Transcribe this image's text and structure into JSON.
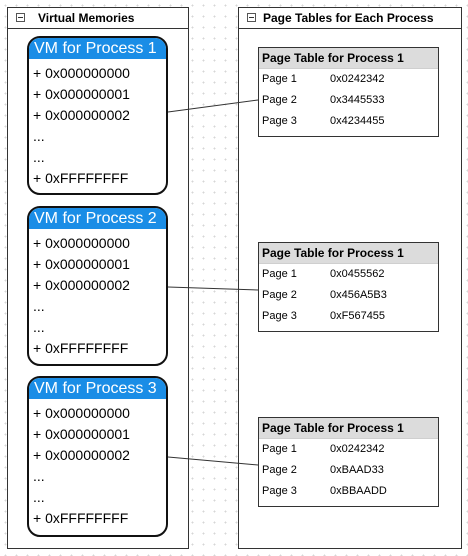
{
  "virtual_memories": {
    "title": "Virtual Memories",
    "processes": [
      {
        "label": "VM for Process 1",
        "items": [
          "+ 0x000000000",
          "+ 0x000000001",
          "+ 0x000000002",
          "...",
          "...",
          "+ 0xFFFFFFFF"
        ]
      },
      {
        "label": "VM for Process 2",
        "items": [
          "+ 0x000000000",
          "+ 0x000000001",
          "+ 0x000000002",
          "...",
          "...",
          "+ 0xFFFFFFFF"
        ]
      },
      {
        "label": "VM for Process 3",
        "items": [
          "+ 0x000000000",
          "+ 0x000000001",
          "+ 0x000000002",
          "...",
          "...",
          "+ 0xFFFFFFFF"
        ]
      }
    ]
  },
  "page_tables": {
    "title": "Page Tables for Each Process",
    "tables": [
      {
        "title": "Page Table for Process 1",
        "rows": [
          {
            "page": "Page 1",
            "address": "0x0242342"
          },
          {
            "page": "Page 2",
            "address": "0x3445533"
          },
          {
            "page": "Page 3",
            "address": "0x4234455"
          }
        ]
      },
      {
        "title": "Page Table for Process 1",
        "rows": [
          {
            "page": "Page 1",
            "address": "0x0455562"
          },
          {
            "page": "Page 2",
            "address": "0x456A5B3"
          },
          {
            "page": "Page 3",
            "address": "0xF567455"
          }
        ]
      },
      {
        "title": "Page Table for Process 1",
        "rows": [
          {
            "page": "Page 1",
            "address": "0x0242342"
          },
          {
            "page": "Page 2",
            "address": "0xBAAD33"
          },
          {
            "page": "Page 3",
            "address": "0xBBAADD"
          }
        ]
      }
    ]
  }
}
